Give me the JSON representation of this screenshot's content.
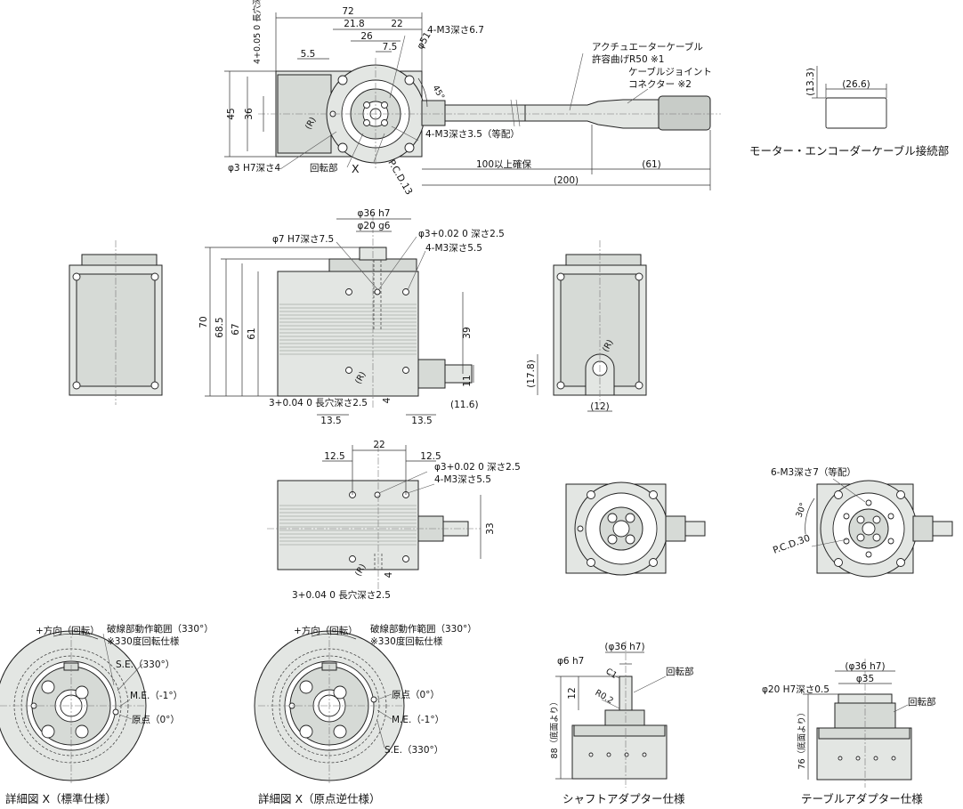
{
  "top_view": {
    "d72": "72",
    "d21_8": "21.8",
    "d22": "22",
    "d26": "26",
    "d7_5": "7.5",
    "d5_5": "5.5",
    "d45": "45",
    "d36": "36",
    "slot_left": "4+0.05 0 長穴深さ4",
    "m3_67": "4-M3深さ6.7",
    "phi51": "φ51",
    "angle45": "45°",
    "m3_35": "4-M3深さ3.5（等配）",
    "phi3": "φ3 H7深さ4",
    "rotating_part": "回転部",
    "x_label": "X",
    "pcd13": "P.C.D.13",
    "r_mark": "(R)",
    "cable_title_1": "アクチュエーターケーブル",
    "cable_title_2": "許容曲げR50 ※1",
    "joint_1": "ケーブルジョイント",
    "joint_2": "コネクター ※2",
    "d100": "100以上確保",
    "d61": "(61)",
    "d200": "(200)"
  },
  "connector": {
    "w": "(26.6)",
    "h": "(13.3)",
    "caption": "モーター・エンコーダーケーブル接続部"
  },
  "front_view": {
    "phi36": "φ36 h7",
    "phi20": "φ20 g6",
    "phi7": "φ7 H7深さ7.5",
    "phi3_top": "φ3+0.02 0 深さ2.5",
    "m3_55": "4-M3深さ5.5",
    "h70": "70",
    "h68_5": "68.5",
    "h67": "67",
    "h61": "61",
    "d39": "39",
    "d11": "11",
    "d11_6": "(11.6)",
    "d4": "4",
    "slot": "3+0.04 0 長穴深さ2.5",
    "d13_5a": "13.5",
    "d13_5b": "13.5",
    "r_mark": "(R)"
  },
  "side_view": {
    "d17_8": "(17.8)",
    "d12": "(12)",
    "r_mark": "(R)"
  },
  "bottom_view": {
    "d22": "22",
    "d12_5a": "12.5",
    "d12_5b": "12.5",
    "phi3": "φ3+0.02 0 深さ2.5",
    "m3": "4-M3深さ5.5",
    "d33": "33",
    "d4": "4",
    "slot": "3+0.04 0 長穴深さ2.5",
    "r_mark": "(R)"
  },
  "table_adapter_top": {
    "m3_6": "6-M3深さ7（等配）",
    "angle30": "30°",
    "pcd30": "P.C.D.30"
  },
  "detail_std": {
    "dir": "+方向（回転）",
    "range": "破線部動作範囲（330°）",
    "spec": "※330度回転仕様",
    "se": "S.E.（330°）",
    "me": "M.E.（-1°）",
    "origin": "原点（0°）",
    "caption": "詳細図 X（標準仕様）"
  },
  "detail_rev": {
    "dir": "+方向（回転）",
    "range": "破線部動作範囲（330°）",
    "spec": "※330度回転仕様",
    "origin": "原点（0°）",
    "me": "M.E.（-1°）",
    "se": "S.E.（330°）",
    "caption": "詳細図 X（原点逆仕様）"
  },
  "shaft_adapter": {
    "phi36": "(φ36 h7)",
    "phi6": "φ6 h7",
    "c1": "C1",
    "rot": "回転部",
    "d12": "12",
    "r02": "R0.2",
    "h88": "88（底面より）",
    "caption": "シャフトアダプター仕様"
  },
  "table_adapter": {
    "phi36": "(φ36 h7)",
    "phi35": "φ35",
    "phi20": "φ20 H7深さ0.5",
    "rot": "回転部",
    "h76": "76（底面より）",
    "caption": "テーブルアダプター仕様"
  }
}
